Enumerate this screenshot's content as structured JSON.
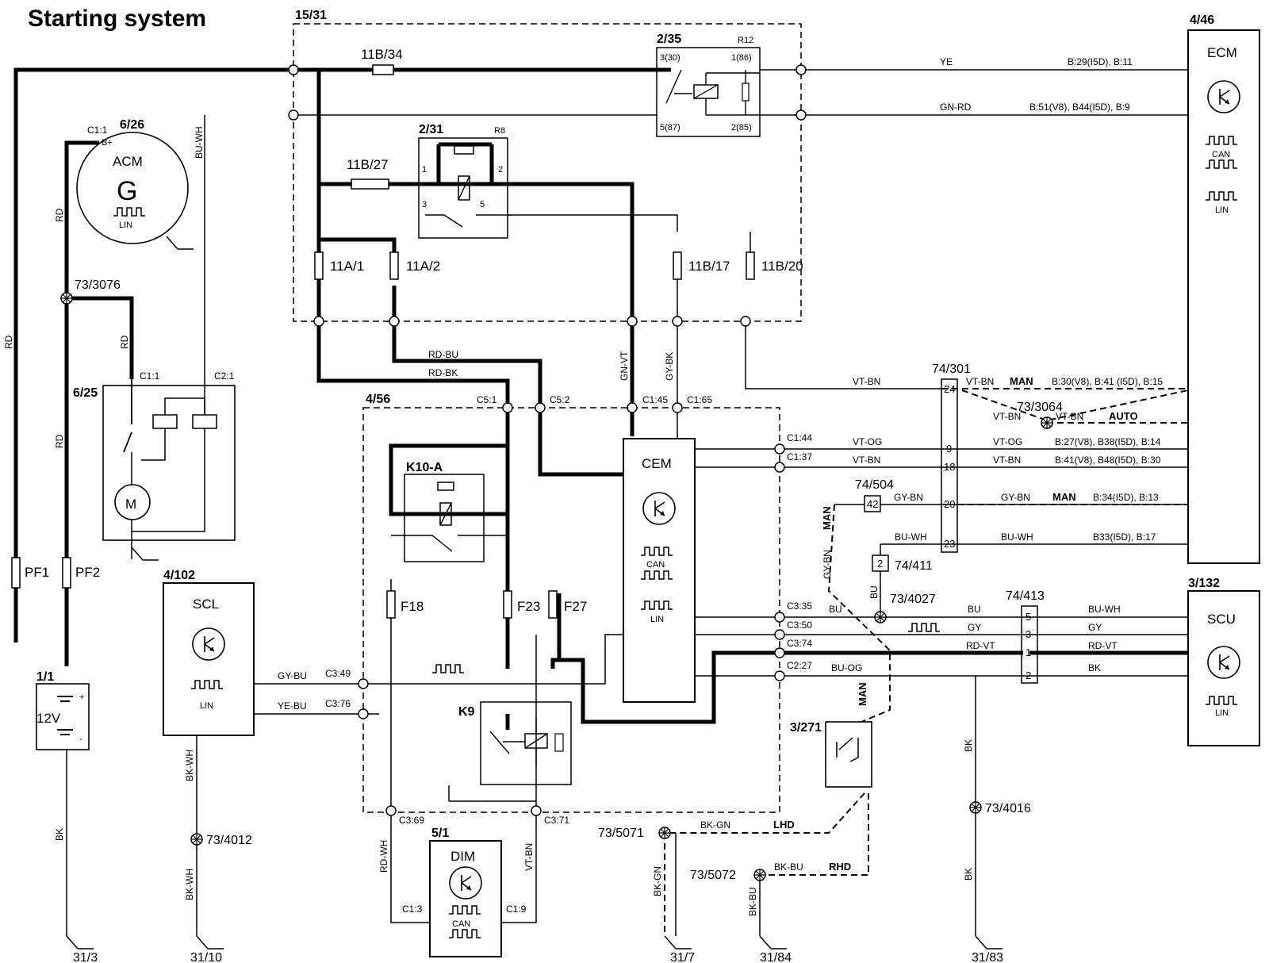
{
  "title": "Starting system",
  "modules": {
    "ecm": {
      "id": "4/46",
      "name": "ECM",
      "signals": [
        "CAN",
        "LIN"
      ]
    },
    "scu": {
      "id": "3/132",
      "name": "SCU",
      "signals": [
        "LIN"
      ]
    },
    "cem": {
      "id": "4/56",
      "name": "CEM",
      "signals": [
        "CAN",
        "LIN"
      ]
    },
    "scl": {
      "id": "4/102",
      "name": "SCL",
      "signals": [
        "LIN"
      ]
    },
    "dim": {
      "id": "5/1",
      "name": "DIM",
      "signals": [
        "CAN"
      ]
    },
    "acm": {
      "id": "6/26",
      "name": "ACM",
      "symbol": "G",
      "term_b": "B+",
      "signals": [
        "LIN"
      ]
    },
    "starter": {
      "id": "6/25",
      "symbol": "M"
    },
    "battery": {
      "id": "1/1",
      "label": "12V",
      "plus": "+",
      "minus": "-"
    },
    "fusebox": {
      "id": "15/31"
    },
    "switch": {
      "id": "3/271"
    }
  },
  "relays": {
    "r12": {
      "id": "2/35",
      "name": "R12",
      "pins": [
        "3(30)",
        "1(86)",
        "5(87)",
        "2(85)"
      ]
    },
    "r8": {
      "id": "2/31",
      "name": "R8",
      "pins": [
        "1",
        "2",
        "3",
        "5"
      ]
    },
    "k10a": {
      "name": "K10-A"
    },
    "k9": {
      "name": "K9"
    }
  },
  "fuses": [
    "11B/34",
    "11B/27",
    "11A/1",
    "11A/2",
    "11B/17",
    "11B/20",
    "PF1",
    "PF2",
    "F18",
    "F23",
    "F27"
  ],
  "wire_colors": [
    "YE",
    "GN-RD",
    "BU-WH",
    "RD",
    "RD-BU",
    "RD-BK",
    "GN-VT",
    "GY-BK",
    "VT-BN",
    "VT-OG",
    "GY-BN",
    "BU",
    "GY",
    "RD-VT",
    "BK",
    "BU-OG",
    "GY-BU",
    "YE-BU",
    "BK-WH",
    "RD-WH",
    "BK-GN",
    "BK-BU"
  ],
  "connectors": [
    "C1:1",
    "C2:1",
    "C5:1",
    "C5:2",
    "C1:45",
    "C1:65",
    "C1:44",
    "C1:37",
    "C3:35",
    "C3:50",
    "C3:74",
    "C2:27",
    "C3:49",
    "C3:76",
    "C3:69",
    "C3:71",
    "C1:3",
    "C1:9"
  ],
  "ecm_pins": [
    "B:29(I5D), B:11",
    "B:51(V8), B44(I5D), B:9",
    "B:30(V8), B:41 (I5D), B:15",
    "B:27(V8), B38(I5D), B:14",
    "B:41(V8), B48(I5D), B:30",
    "B:34(I5D), B:13",
    "B33(I5D), B:17"
  ],
  "terminals": {
    "t301": {
      "id": "74/301",
      "pins": [
        "24",
        "9",
        "18",
        "20",
        "23"
      ]
    },
    "t413": {
      "id": "74/413",
      "pins": [
        "5",
        "3",
        "1",
        "2"
      ]
    },
    "t504": {
      "id": "74/504",
      "pin": "42"
    },
    "t411": {
      "id": "74/411",
      "pin": "2"
    }
  },
  "options": {
    "man": "MAN",
    "auto": "AUTO",
    "lhd": "LHD",
    "rhd": "RHD"
  },
  "splices": [
    "73/3076",
    "73/3064",
    "73/4027",
    "73/4012",
    "73/4016",
    "73/5071",
    "73/5072"
  ],
  "grounds": [
    "31/3",
    "31/10",
    "31/7",
    "31/84",
    "31/83"
  ]
}
